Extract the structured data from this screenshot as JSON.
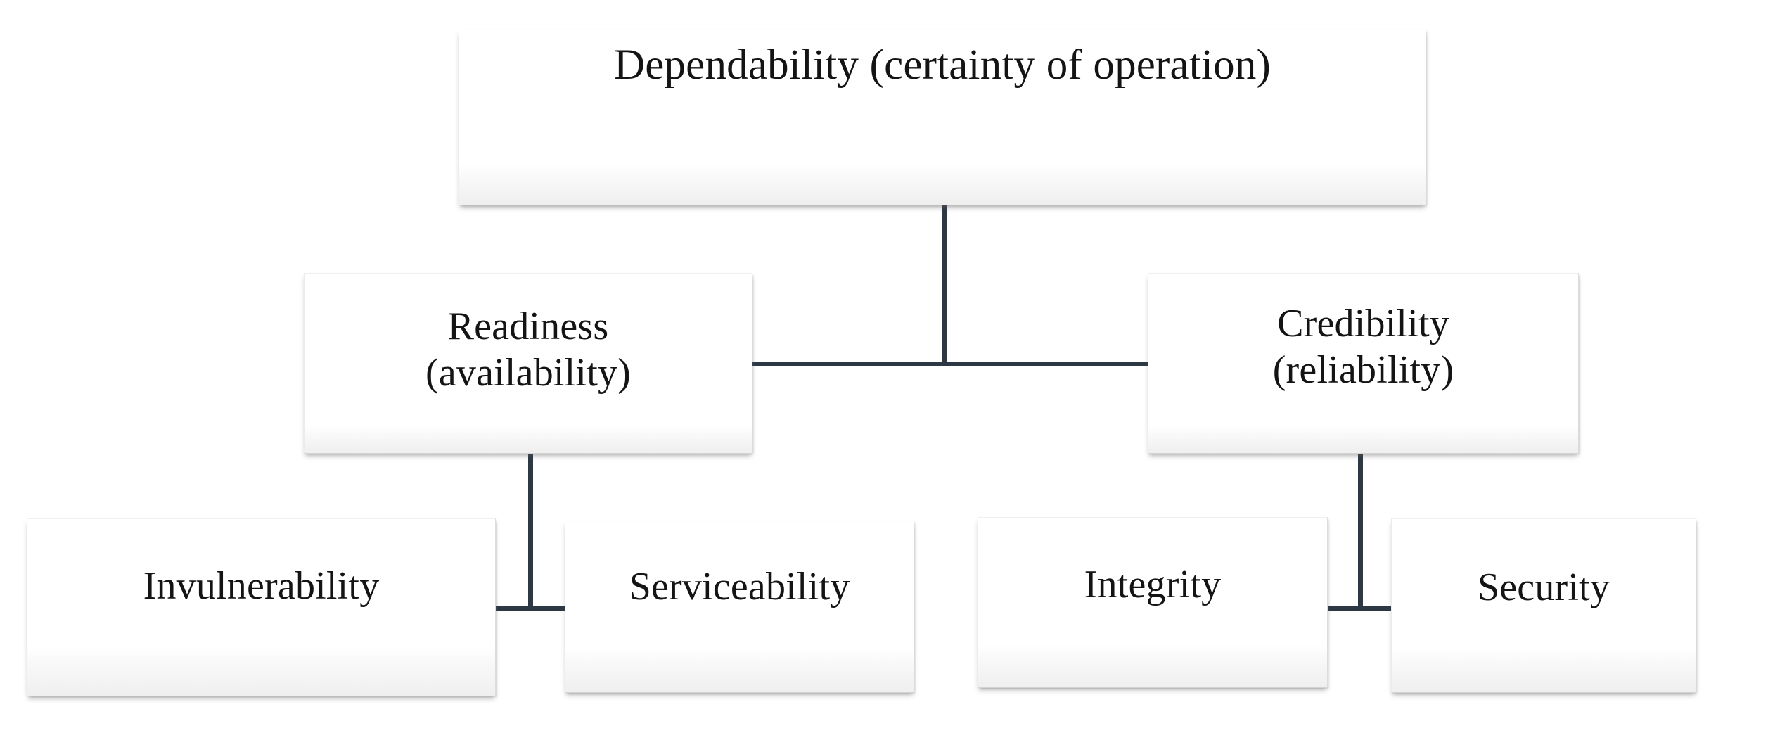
{
  "diagram": {
    "title": "Dependability (certainty of operation)",
    "type": "hierarchy-tree",
    "line_color": "#2d3845",
    "box_fill": "#ffffff",
    "text_color": "#141414",
    "nodes": {
      "root": {
        "id": "dependability",
        "label": "Dependability (certainty of operation)",
        "level": 0
      },
      "level1": [
        {
          "id": "readiness",
          "label": "Readiness\n(availability)",
          "level": 1
        },
        {
          "id": "credibility",
          "label": "Credibility\n(reliability)",
          "level": 1
        }
      ],
      "level2": [
        {
          "id": "invulnerability",
          "label": "Invulnerability",
          "level": 2,
          "parent": "readiness"
        },
        {
          "id": "serviceability",
          "label": "Serviceability",
          "level": 2,
          "parent": "readiness"
        },
        {
          "id": "integrity",
          "label": "Integrity",
          "level": 2,
          "parent": "credibility"
        },
        {
          "id": "security",
          "label": "Security",
          "level": 2,
          "parent": "credibility"
        }
      ]
    },
    "edges": [
      {
        "from": "dependability",
        "to": "readiness"
      },
      {
        "from": "dependability",
        "to": "credibility"
      },
      {
        "from": "readiness",
        "to": "invulnerability"
      },
      {
        "from": "readiness",
        "to": "serviceability"
      },
      {
        "from": "credibility",
        "to": "integrity"
      },
      {
        "from": "credibility",
        "to": "security"
      }
    ]
  }
}
